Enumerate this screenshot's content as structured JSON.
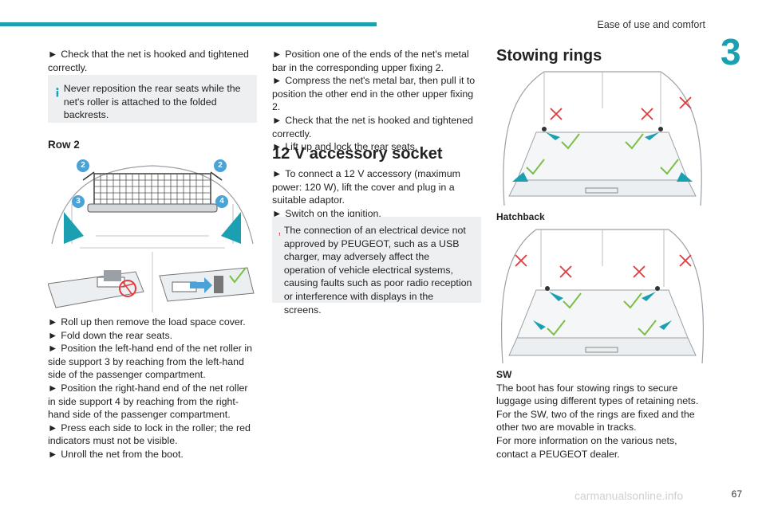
{
  "header": {
    "section": "Ease of use and comfort",
    "chapter": "3"
  },
  "col1": {
    "intro_step": "Check that the net is hooked and tightened correctly.",
    "note": "Never reposition the rear seats while the net's roller is attached to the folded backrests.",
    "row_heading": "Row 2",
    "callouts": [
      "2",
      "2",
      "3",
      "4"
    ],
    "steps": [
      "Roll up then remove the load space cover.",
      "Fold down the rear seats.",
      "Position the left-hand end of the net roller in side support 3 by reaching from the left-hand side of the passenger compartment.",
      "Position the right-hand end of the net roller in side support 4 by reaching from the right-hand side of the passenger compartment.",
      "Press each side to lock in the roller; the red indicators must not be visible.",
      "Unroll the net from the boot."
    ]
  },
  "col2": {
    "steps": [
      "Position one of the ends of the net's metal bar in the corresponding upper fixing 2.",
      "Compress the net's metal bar, then pull it to position the other end in the other upper fixing 2.",
      "Check that the net is hooked and tightened correctly.",
      "Lift up and lock the rear seats."
    ],
    "heading": "12 V accessory socket",
    "socket_steps": [
      "To connect a 12 V accessory (maximum power: 120 W), lift the cover and plug in a suitable adaptor.",
      "Switch on the ignition."
    ],
    "warning": "The connection of an electrical device not approved by PEUGEOT, such as a USB charger, may adversely affect the operation of vehicle electrical systems, causing faults such as poor radio reception or interference with displays in the screens."
  },
  "col3": {
    "heading": "Stowing rings",
    "caption1": "Hatchback",
    "caption2": "SW",
    "text": [
      "The boot has four stowing rings to secure luggage using different types of retaining nets.",
      "For the SW, two of the rings are fixed and the other two are movable in tracks.",
      "For more information on the various nets, contact a PEUGEOT dealer."
    ]
  },
  "footer": {
    "page": "67",
    "watermark": "carmanualsonline.info"
  },
  "symbols": {
    "arrow": "►",
    "info": "i",
    "warning": "!"
  },
  "colors": {
    "accent": "#1aa0b0",
    "callout": "#4aa3d6",
    "warning": "#e03a3a",
    "ok": "#7bc043",
    "note_bg": "#eeeff1"
  }
}
